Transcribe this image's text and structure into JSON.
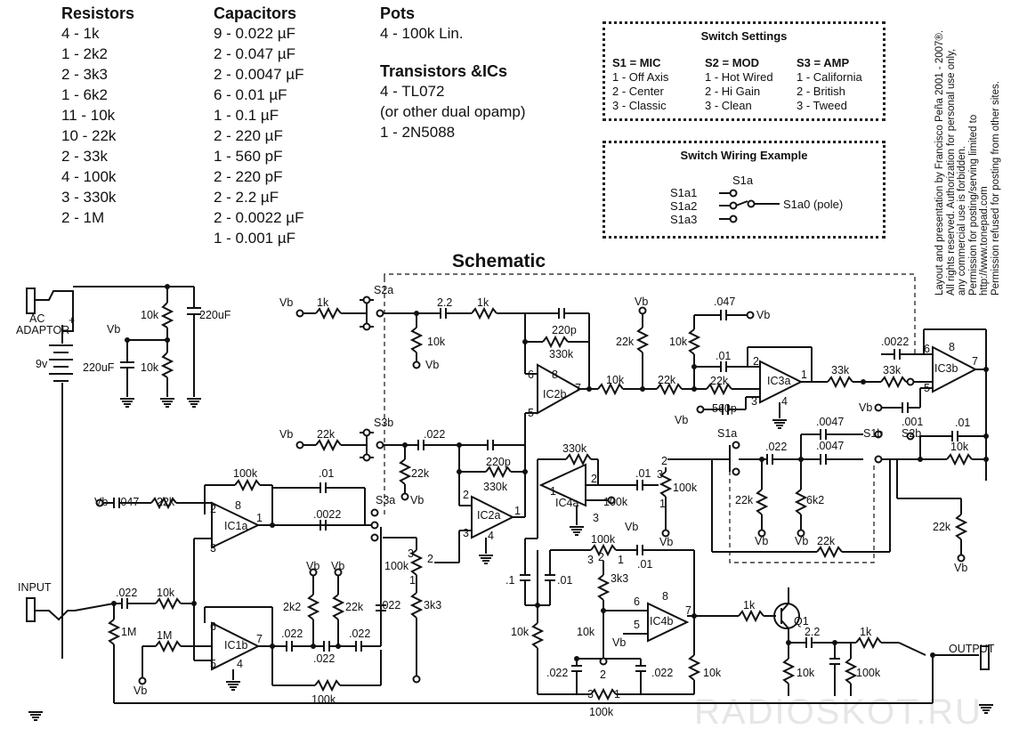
{
  "bom": {
    "resistors": {
      "title": "Resistors",
      "items": [
        "4 - 1k",
        "1 - 2k2",
        "2 - 3k3",
        "1 - 6k2",
        "11 - 10k",
        "10 - 22k",
        "2 - 33k",
        "4 - 100k",
        "3 - 330k",
        "2 - 1M"
      ]
    },
    "capacitors": {
      "title": "Capacitors",
      "items": [
        "9 - 0.022 µF",
        "2 - 0.047 µF",
        "2 - 0.0047 µF",
        "6 - 0.01 µF",
        "1 - 0.1 µF",
        "2 - 220 µF",
        "1 - 560 pF",
        "2 - 220 pF",
        "2 - 2.2 µF",
        "2 - 0.0022 µF",
        "1 - 0.001 µF"
      ]
    },
    "pots": {
      "title": "Pots",
      "items": [
        "4 - 100k Lin."
      ]
    },
    "transistors": {
      "title": "Transistors &ICs",
      "items": [
        "4 - TL072",
        " (or other dual opamp)",
        "1 - 2N5088"
      ]
    }
  },
  "switch_settings": {
    "title": "Switch Settings",
    "columns": [
      {
        "head": "S1 = MIC",
        "items": [
          "1 - Off Axis",
          "2 - Center",
          "3 - Classic"
        ]
      },
      {
        "head": "S2 = MOD",
        "items": [
          "1 - Hot Wired",
          "2 - Hi Gain",
          "3 - Clean"
        ]
      },
      {
        "head": "S3 = AMP",
        "items": [
          "1 - California",
          "2 - British",
          "3 - Tweed"
        ]
      }
    ]
  },
  "switch_wiring": {
    "title": "Switch Wiring Example",
    "top": "S1a",
    "pins": [
      "S1a1",
      "S1a2",
      "S1a3"
    ],
    "pole": "S1a0 (pole)"
  },
  "schematic_title": "Schematic",
  "credits": [
    "Layout and presentation by Francisco Peña 2001 - 2007®.",
    "All rights reserved. Authorization for personal use only,",
    "any commercial use is forbidden.",
    "Permission for posting/serving limited to",
    "http://www.tonepad.com",
    "Permission refused for posting from other sites."
  ],
  "watermark": "RADIOSKOT.RU",
  "labels": {
    "ac_adaptor": "AC",
    "ac_adaptor2": "ADAPTOR",
    "plus": "+",
    "v9": "9v",
    "r10k": "10k",
    "c220uf": "220uF",
    "vb": "Vb",
    "r1k": "1k",
    "s2a": "S2a",
    "c22": "2.2",
    "c220p": "220p",
    "r330k": "330k",
    "ic2b": "IC2b",
    "c047": ".047",
    "r22k": "22k",
    "c01": ".01",
    "ic3a": "IC3a",
    "r33k": "33k",
    "c0022": ".0022",
    "ic3b": "IC3b",
    "c560p": "560p",
    "s1a": "S1a",
    "c0047": ".0047",
    "s1b": "S1b",
    "s2b": "S2b",
    "c001": ".001",
    "s3b": "S3b",
    "c022": ".022",
    "ic2a": "IC2a",
    "ic4a": "IC4a",
    "r100k": "100k",
    "r6k2": "6k2",
    "r3k3": "3k3",
    "r2k2": "2k2",
    "ic1a": "IC1a",
    "ic1b": "IC1b",
    "s3a": "S3a",
    "input": "INPUT",
    "r1m": "1M",
    "c1": ".1",
    "ic4b": "IC4b",
    "q1": "Q1",
    "output": "OUTPUT",
    "n1": "1",
    "n2": "2",
    "n3": "3",
    "n4": "4",
    "n5": "5",
    "n6": "6",
    "n7": "7",
    "n8": "8"
  }
}
